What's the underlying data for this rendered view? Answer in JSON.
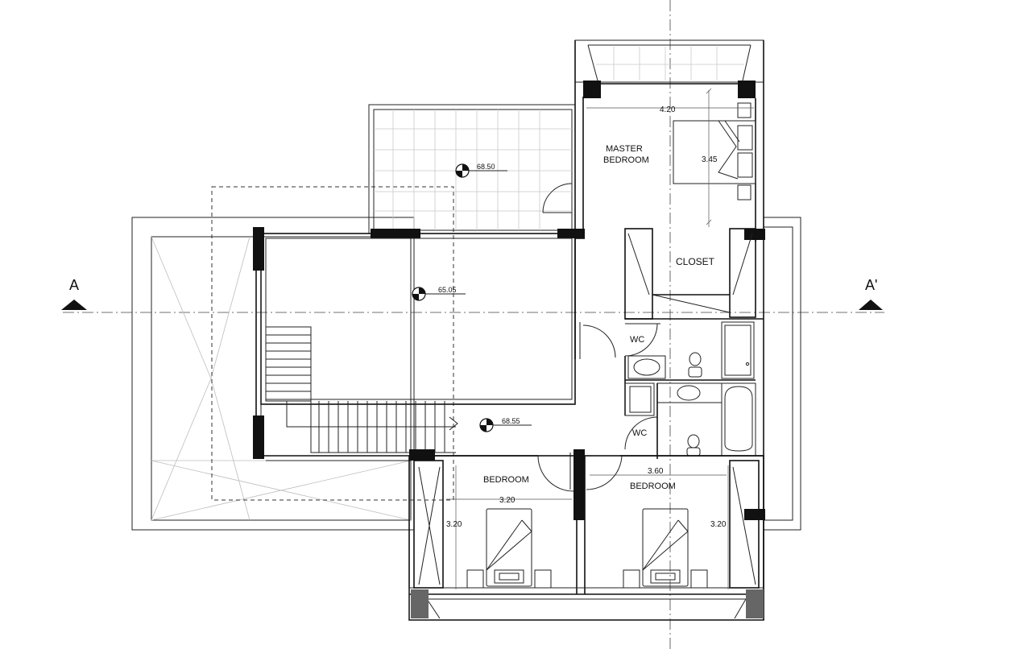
{
  "section_marks": {
    "left": "A",
    "right": "A'"
  },
  "rooms": {
    "master_bedroom_line1": "MASTER",
    "master_bedroom_line2": "BEDROOM",
    "closet": "CLOSET",
    "wc_upper": "WC",
    "wc_lower": "WC",
    "bedroom_left": "BEDROOM",
    "bedroom_right": "BEDROOM"
  },
  "levels": {
    "terrace": "68.50",
    "void": "65.05",
    "hall": "68.55"
  },
  "dimensions": {
    "master_width": "4.20",
    "master_depth": "3.45",
    "bedroom_left_width": "3.20",
    "bedroom_left_depth": "3.20",
    "bedroom_right_width": "3.60",
    "bedroom_right_depth": "3.20"
  }
}
